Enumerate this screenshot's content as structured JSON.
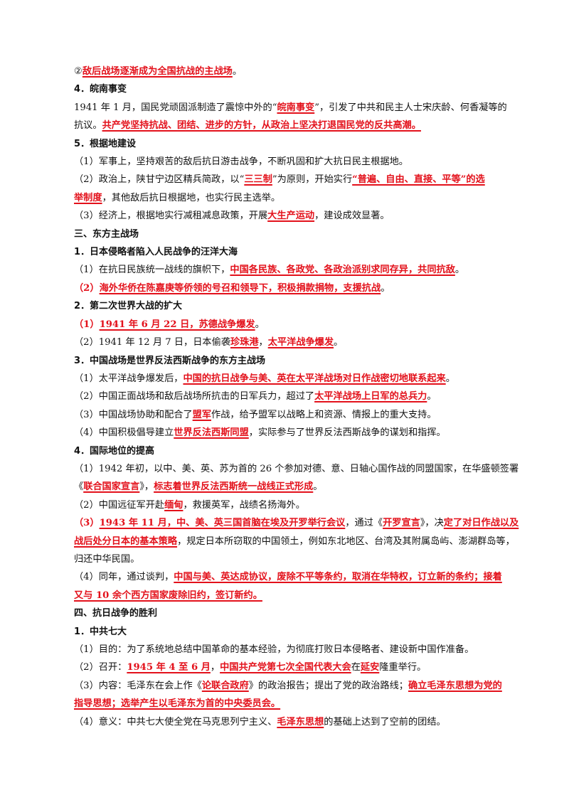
{
  "lines": [
    {
      "kind": "body",
      "runs": [
        {
          "t": "②",
          "r": 0
        },
        {
          "t": "敌后战场逐渐成为全国抗战的主战场",
          "r": 1
        },
        {
          "t": "。",
          "r": 0
        }
      ]
    },
    {
      "kind": "head",
      "runs": [
        {
          "t": "4．皖南事变",
          "r": 0
        }
      ]
    },
    {
      "kind": "body",
      "runs": [
        {
          "t": "1941 年 1 月，国民党顽固派制造了震惊中外的“",
          "r": 0
        },
        {
          "t": "皖南事变",
          "r": 1
        },
        {
          "t": "”，引发了中共和民主人士宋庆龄、何香凝等的",
          "r": 0
        }
      ]
    },
    {
      "kind": "body",
      "runs": [
        {
          "t": "抗议。",
          "r": 0
        },
        {
          "t": "共产党坚持抗战、团结、进步的方针，从政治上坚决打退国民党的反共高潮。",
          "r": 1
        }
      ]
    },
    {
      "kind": "head",
      "runs": [
        {
          "t": "5．根据地建设",
          "r": 0
        }
      ]
    },
    {
      "kind": "body",
      "runs": [
        {
          "t": "（1）军事上，坚持艰苦的敌后抗日游击战争，不断巩固和扩大抗日民主根据地。",
          "r": 0
        }
      ]
    },
    {
      "kind": "body",
      "runs": [
        {
          "t": "（2）政治上，陕甘宁边区精兵简政，以“",
          "r": 0
        },
        {
          "t": "三三制",
          "r": 1
        },
        {
          "t": "”为原则，开始实行",
          "r": 0
        },
        {
          "t": "“普遍、自由、直接、平等”的选",
          "r": 1
        }
      ]
    },
    {
      "kind": "body",
      "runs": [
        {
          "t": "举制度",
          "r": 1
        },
        {
          "t": "，其他敌后抗日根据地，也实行民主选举。",
          "r": 0
        }
      ]
    },
    {
      "kind": "body",
      "runs": [
        {
          "t": "（3）经济上，根据地实行减租减息政策，开展",
          "r": 0
        },
        {
          "t": "大生产运动",
          "r": 1
        },
        {
          "t": "，建设成效显著。",
          "r": 0
        }
      ]
    },
    {
      "kind": "head",
      "runs": [
        {
          "t": "三、东方主战场",
          "r": 0
        }
      ]
    },
    {
      "kind": "head",
      "runs": [
        {
          "t": "1．日本侵略者陷入人民战争的汪洋大海",
          "r": 0
        }
      ]
    },
    {
      "kind": "body",
      "runs": [
        {
          "t": "（1）在抗日民族统一战线的旗帜下，",
          "r": 0
        },
        {
          "t": "中国各民族、各政党、各政治派别求同存异，共同抗敌",
          "r": 1
        },
        {
          "t": "。",
          "r": 0
        }
      ]
    },
    {
      "kind": "body",
      "runs": [
        {
          "t": "（2）",
          "r": 2
        },
        {
          "t": "海外华侨在陈嘉庚等侨领的号召和领导下，积极捐款捐物，支援抗战",
          "r": 1
        },
        {
          "t": "。",
          "r": 0
        }
      ]
    },
    {
      "kind": "head",
      "runs": [
        {
          "t": "2．第二次世界大战的扩大",
          "r": 0
        }
      ]
    },
    {
      "kind": "body",
      "runs": [
        {
          "t": "（1）",
          "r": 2
        },
        {
          "t": "1941 年 6 月 22 日，苏德战争爆发",
          "r": 1
        },
        {
          "t": "。",
          "r": 0
        }
      ]
    },
    {
      "kind": "body",
      "runs": [
        {
          "t": "（2）1941 年 12 月 7 日，日本偷袭",
          "r": 0
        },
        {
          "t": "珍珠港",
          "r": 1
        },
        {
          "t": "，",
          "r": 0
        },
        {
          "t": "太平洋战争爆发",
          "r": 1
        },
        {
          "t": "。",
          "r": 0
        }
      ]
    },
    {
      "kind": "head",
      "runs": [
        {
          "t": "3．中国战场是世界反法西斯战争的东方主战场",
          "r": 0
        }
      ]
    },
    {
      "kind": "body",
      "runs": [
        {
          "t": "（1）太平洋战争爆发后，",
          "r": 0
        },
        {
          "t": "中国的抗日战争与美、英在太平洋战场对日作战密切地联系起来",
          "r": 1
        },
        {
          "t": "。",
          "r": 0
        }
      ]
    },
    {
      "kind": "body",
      "runs": [
        {
          "t": "（2）中国正面战场和敌后战场所抗击的日军兵力，超过了",
          "r": 0
        },
        {
          "t": "太平洋战场上日军的总兵力",
          "r": 1
        },
        {
          "t": "。",
          "r": 0
        }
      ]
    },
    {
      "kind": "body",
      "runs": [
        {
          "t": "（3）中国战场协助和配合了",
          "r": 0
        },
        {
          "t": "盟军",
          "r": 1
        },
        {
          "t": "作战，给予盟军以战略上和资源、情报上的重大支持。",
          "r": 0
        }
      ]
    },
    {
      "kind": "body",
      "runs": [
        {
          "t": "（4）中国积极倡导建立",
          "r": 0
        },
        {
          "t": "世界反法西斯同盟",
          "r": 1
        },
        {
          "t": "，实际参与了世界反法西斯战争的谋划和指挥。",
          "r": 0
        }
      ]
    },
    {
      "kind": "head",
      "runs": [
        {
          "t": "4．国际地位的提高",
          "r": 0
        }
      ]
    },
    {
      "kind": "body",
      "runs": [
        {
          "t": "（1）1942 年初，以中、美、英、苏为首的 26 个参加对德、意、日轴心国作战的同盟国家，在华盛顿签署",
          "r": 0
        }
      ]
    },
    {
      "kind": "body",
      "runs": [
        {
          "t": "《",
          "r": 0
        },
        {
          "t": "联合国家宣言",
          "r": 1
        },
        {
          "t": "》，",
          "r": 0
        },
        {
          "t": "标志着世界反法西斯统一战线正式形成",
          "r": 1
        },
        {
          "t": "。",
          "r": 0
        }
      ]
    },
    {
      "kind": "body",
      "runs": [
        {
          "t": "（2）中国远征军开赴",
          "r": 0
        },
        {
          "t": "缅甸",
          "r": 1
        },
        {
          "t": "，救援英军，战绩名扬海外。",
          "r": 0
        }
      ]
    },
    {
      "kind": "body",
      "runs": [
        {
          "t": "（3）",
          "r": 2
        },
        {
          "t": "1943 年 11 月，中、美、英三国首脑在埃及开罗举行会议",
          "r": 1
        },
        {
          "t": "，通过《",
          "r": 0
        },
        {
          "t": "开罗宣言",
          "r": 1
        },
        {
          "t": "》，决",
          "r": 0
        },
        {
          "t": "定了对日作战以及",
          "r": 1
        }
      ]
    },
    {
      "kind": "body",
      "runs": [
        {
          "t": "战后处分日本的基本策略",
          "r": 1
        },
        {
          "t": "，规定日本所窃取的中国领土，例如东北地区、台湾及其附属岛屿、澎湖群岛等，",
          "r": 0
        }
      ]
    },
    {
      "kind": "body",
      "runs": [
        {
          "t": "归还中华民国。",
          "r": 0
        }
      ]
    },
    {
      "kind": "body",
      "runs": [
        {
          "t": "（4）同年，通过谈判，",
          "r": 0
        },
        {
          "t": "中国与美、英达成协议，废除不平等条约，取消在华特权，订立新的条约；接着",
          "r": 1
        }
      ]
    },
    {
      "kind": "body",
      "runs": [
        {
          "t": "又与 10 余个西方国家废除旧约，签订新约。",
          "r": 1
        }
      ]
    },
    {
      "kind": "head",
      "runs": [
        {
          "t": "四、抗日战争的胜利",
          "r": 0
        }
      ]
    },
    {
      "kind": "head",
      "runs": [
        {
          "t": "1．中共七大",
          "r": 0
        }
      ]
    },
    {
      "kind": "body",
      "runs": [
        {
          "t": "（1）目的：为了系统地总结中国革命的基本经验，为彻底打败日本侵略者、建设新中国作准备。",
          "r": 0
        }
      ]
    },
    {
      "kind": "body",
      "runs": [
        {
          "t": "（2）召开：",
          "r": 0
        },
        {
          "t": "1945 年 4 至 6 月",
          "r": 1
        },
        {
          "t": "，",
          "r": 0
        },
        {
          "t": "中国共产党第七次全国代表大会",
          "r": 1
        },
        {
          "t": "在",
          "r": 0
        },
        {
          "t": "延安",
          "r": 1
        },
        {
          "t": "隆重举行。",
          "r": 0
        }
      ]
    },
    {
      "kind": "body",
      "runs": [
        {
          "t": "（3）内容：毛泽东在会上作《",
          "r": 0
        },
        {
          "t": "论联合政府",
          "r": 1
        },
        {
          "t": "》的政治报告；提出了党的政治路线；",
          "r": 0
        },
        {
          "t": "确立毛泽东思想为党的",
          "r": 1
        }
      ]
    },
    {
      "kind": "body",
      "runs": [
        {
          "t": "指导思想；选举产生以毛泽东为首的中央委员会。",
          "r": 1
        }
      ]
    },
    {
      "kind": "body",
      "runs": [
        {
          "t": "（4）意义：中共七大使全党在马克思列宁主义、",
          "r": 0
        },
        {
          "t": "毛泽东思想",
          "r": 1
        },
        {
          "t": "的基础上达到了空前的团结。",
          "r": 0
        }
      ]
    }
  ]
}
